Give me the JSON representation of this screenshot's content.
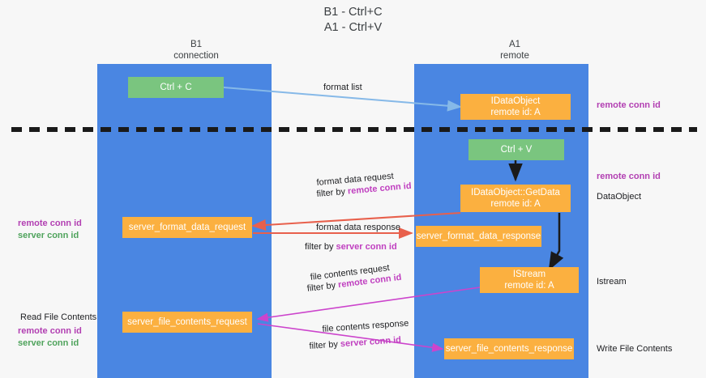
{
  "title": {
    "line1": "B1 - Ctrl+C",
    "line2": "A1 - Ctrl+V"
  },
  "lanes": [
    {
      "name": "B1",
      "subtitle": "connection"
    },
    {
      "name": "A1",
      "subtitle": "remote"
    }
  ],
  "nodes": {
    "ctrl_c": {
      "label": "Ctrl + C"
    },
    "ctrl_v": {
      "label": "Ctrl + V"
    },
    "idataobject": {
      "line1": "IDataObject",
      "line2": "remote id: A"
    },
    "idataobject_getdata": {
      "line1": "IDataObject::GetData",
      "line2": "remote id: A"
    },
    "istream": {
      "line1": "IStream",
      "line2": "remote id: A"
    },
    "server_format_data_request": {
      "label": "server_format_data_request"
    },
    "server_format_data_response": {
      "label": "server_format_data_response"
    },
    "server_file_contents_request": {
      "label": "server_file_contents_request"
    },
    "server_file_contents_response": {
      "label": "server_file_contents_response"
    }
  },
  "edge_labels": {
    "format_list": "format list",
    "format_data_request": "format data request",
    "format_data_request_filter_prefix": "filter by ",
    "format_data_request_filter_key": "remote conn id",
    "format_data_response": "format data response",
    "format_data_response_filter_prefix": "filter by ",
    "format_data_response_filter_key": "server conn id",
    "file_contents_request": "file contents request",
    "file_contents_request_filter_prefix": "filter by ",
    "file_contents_request_filter_key": "remote conn id",
    "file_contents_response": "file contents response",
    "file_contents_response_filter_prefix": "filter by ",
    "file_contents_response_filter_key": "server conn id"
  },
  "annotations": {
    "right_remote_conn_id_top": "remote conn id",
    "right_remote_conn_id_mid": "remote conn id",
    "right_dataobject": "DataObject",
    "right_istream": "Istream",
    "right_write_file_contents": "Write File Contents",
    "left_remote_conn_id": "remote conn id",
    "left_server_conn_id": "server conn id",
    "left_read_file_contents": "Read File Contents",
    "left_remote_conn_id_2": "remote conn id",
    "left_server_conn_id_2": "server conn id"
  },
  "colors": {
    "lane": "#4a86e2",
    "green_node": "#7ac57f",
    "orange_node": "#fbb040",
    "purple": "#b23fb2",
    "green_text": "#4fa35c",
    "red_arrow": "#e8604c",
    "magenta_arrow": "#cc44cc",
    "blue_arrow": "#86b9e8",
    "black": "#1a1a1a",
    "background": "#f7f7f7"
  }
}
